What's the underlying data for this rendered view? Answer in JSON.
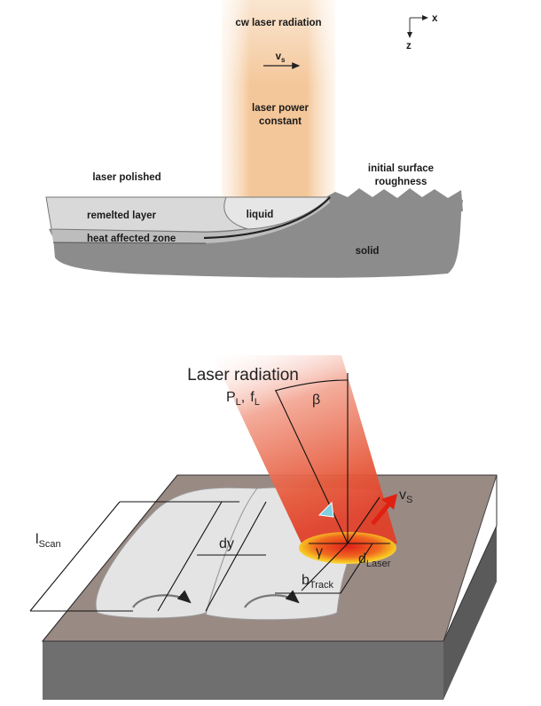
{
  "top_diagram": {
    "beam_label": "cw laser radiation",
    "scan_velocity": {
      "main": "v",
      "sub": "s"
    },
    "power_label_line1": "laser power",
    "power_label_line2": "constant",
    "axes": {
      "x": "x",
      "z": "z"
    },
    "laser_polished": "laser polished",
    "initial_roughness_line1": "initial surface",
    "initial_roughness_line2": "roughness",
    "remelted_layer": "remelted layer",
    "liquid": "liquid",
    "heat_affected_zone": "heat affected zone",
    "solid": "solid"
  },
  "bottom_diagram": {
    "laser_radiation": "Laser radiation",
    "power": {
      "main": "P",
      "sub": "L"
    },
    "frequency": {
      "main": "f",
      "sub": "L"
    },
    "separator": ",",
    "beta": "β",
    "gamma": "γ",
    "scan_velocity": {
      "main": "v",
      "sub": "S"
    },
    "scan_length": {
      "main": "l",
      "sub": "Scan"
    },
    "track_spacing": "dy",
    "laser_diameter": {
      "main": "d",
      "sub": "Laser"
    },
    "track_width": {
      "main": "b",
      "sub": "Track"
    }
  },
  "colors": {
    "beam_top": "#f4c79a",
    "beam_bottom_red": "#e8442a",
    "arrow_red": "#e02010",
    "solid_gray": "#8c8c8c",
    "remelted_gray": "#d9d9d9",
    "plate_top": "#9a8a84",
    "plate_side": "#6f6f6f"
  }
}
